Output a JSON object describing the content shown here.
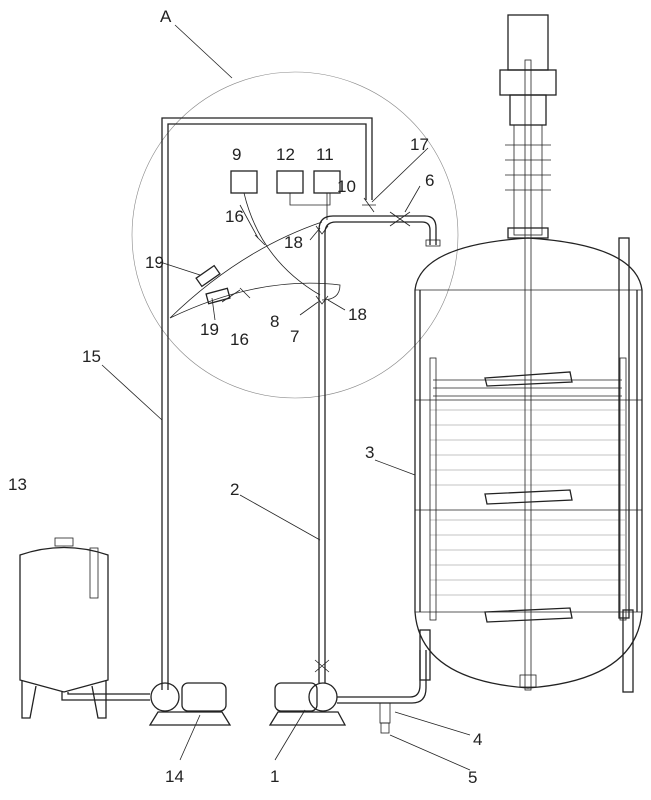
{
  "figure": {
    "detail_label": "A",
    "labels": {
      "n1": "1",
      "n2": "2",
      "n3": "3",
      "n4": "4",
      "n5": "5",
      "n6": "6",
      "n7": "7",
      "n8": "8",
      "n9": "9",
      "n10": "10",
      "n11": "11",
      "n12": "12",
      "n13": "13",
      "n14": "14",
      "n15": "15",
      "n16a": "16",
      "n16b": "16",
      "n17": "17",
      "n18a": "18",
      "n18b": "18",
      "n19a": "19",
      "n19b": "19"
    }
  }
}
